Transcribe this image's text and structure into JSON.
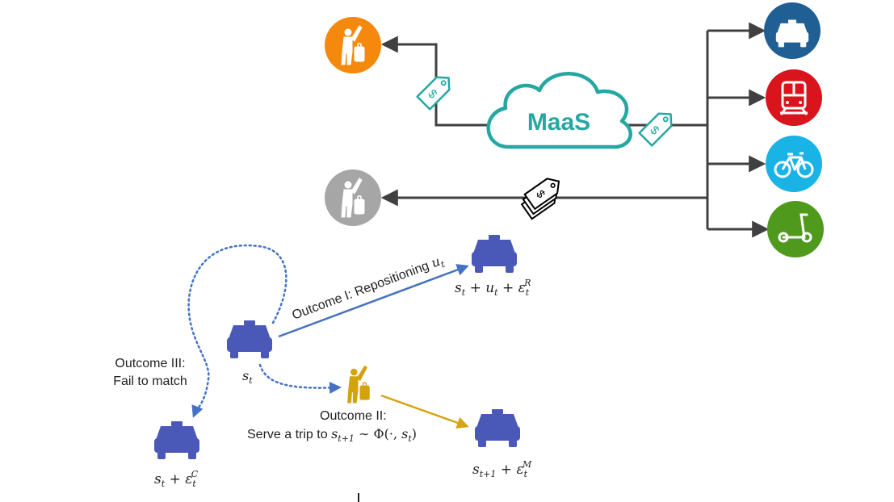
{
  "title": "",
  "cloud_label": "MaaS",
  "colors": {
    "teal": "#24a8a1",
    "arrow": "#404040",
    "passenger_orange": "#f4890d",
    "passenger_grey": "#a6a6a6",
    "taxi_mode": "#1f5f94",
    "train_mode": "#d9141c",
    "bike_mode": "#19b3e6",
    "scooter_mode": "#4f9a1d",
    "vehicle": "#4a58b8",
    "passenger_gold": "#d2a30f",
    "blue_arrow": "#4472c4",
    "gold_arrow": "#d6a414"
  },
  "icons": {
    "passenger_top": "passenger-hail-icon",
    "passenger_bottom": "passenger-hail-icon",
    "modes": [
      "taxi-icon",
      "train-icon",
      "bicycle-icon",
      "scooter-icon"
    ],
    "price_tag": "price-tag-icon",
    "price_tags_stack": "price-tags-stack-icon",
    "vehicle": "taxi-car-icon"
  },
  "outcomes": {
    "one": {
      "label": "Outcome I: Repositioning",
      "var": "u",
      "sub": "t"
    },
    "two": {
      "line1": "Outcome II:",
      "line2": "Serve a trip to"
    },
    "three": {
      "line1": "Outcome III:",
      "line2": "Fail to match"
    }
  },
  "states": {
    "current": {
      "base": "s",
      "sub": "t"
    },
    "reposition": {
      "s": "s",
      "s_sub": "t",
      "plus1": "+",
      "u": "u",
      "u_sub": "t",
      "plus2": "+",
      "eps": "ε",
      "eps_sub": "t",
      "eps_sup": "R"
    },
    "serve": {
      "s": "s",
      "s_sub": "t+1",
      "tilde": "∼",
      "phi": "Φ(·,",
      "s2": "s",
      "s2_sub": "t",
      "close": ")"
    },
    "matched": {
      "s": "s",
      "s_sub": "t+1",
      "plus": "+",
      "eps": "ε",
      "eps_sub": "t",
      "eps_sup": "M"
    },
    "fail": {
      "s": "s",
      "s_sub": "t",
      "plus": "+",
      "eps": "ε",
      "eps_sub": "t",
      "eps_sup": "C"
    }
  }
}
